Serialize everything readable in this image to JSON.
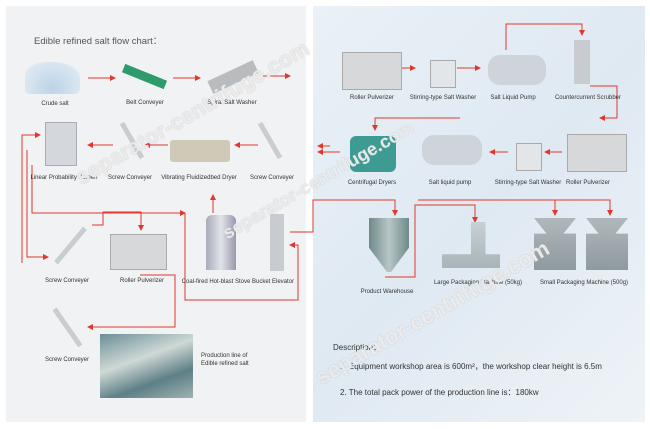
{
  "title": "Edible refined salt flow chart：",
  "left_nodes": {
    "crude_salt": "Crude salt",
    "belt_conveyer": "Belt Conveyer",
    "spiral_washer": "Spiral Salt Washer",
    "screen": "Linear Probability Screen",
    "screw1": "Screw Conveyer",
    "dryer": "Vibrating Fluidizedbed Dryer",
    "screw2": "Screw Conveyer",
    "screw3": "Screw Conveyer",
    "roller": "Roller Pulverizer",
    "stove": "Coal-fired Hot-blast Stove",
    "elevator": "Bucket Elevator",
    "screw4": "Screw Conveyer",
    "photo_caption": "Production line of Edible refined salt"
  },
  "right_nodes": {
    "roller1": "Roller Pulverizer",
    "washer1": "Stirring-type Salt Washer",
    "pump1": "Salt Liquid Pump",
    "scrubber": "Countercurrent Scrubber",
    "centrifugal": "Centrifugal Dryers",
    "pump2": "Salt liquid pump",
    "washer2": "Stirring-type Salt Washer",
    "roller2": "Roller Pulverizer",
    "warehouse": "Product Warehouse",
    "large_pack": "Large Packaging Machine (50kg)",
    "small_pack": "Small Packaging Machine (500g)"
  },
  "description": {
    "heading": "Description：",
    "items": [
      "1. Equipment workshop area is 600m²，the workshop clear height is 6.5m",
      "2. The total pack power of the production line is：180kw"
    ]
  },
  "watermark": "separator-centrifuge.com",
  "colors": {
    "arrow": "#e0382e",
    "machine": "#c8ccd0",
    "teal": "#2f8f8a"
  }
}
